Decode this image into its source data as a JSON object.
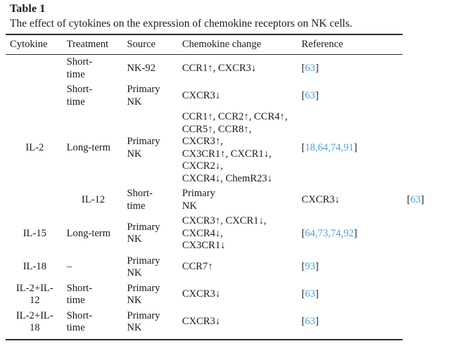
{
  "title": "Table 1",
  "caption": "The effect of cytokines on the expression of chemokine receptors on NK cells.",
  "link_color": "#4a9fd8",
  "rule_color": "#2b2b2b",
  "columns": [
    {
      "key": "cytokine",
      "label": "Cytokine"
    },
    {
      "key": "treatment",
      "label": "Treatment"
    },
    {
      "key": "source",
      "label": "Source"
    },
    {
      "key": "chemokine",
      "label": "Chemokine change"
    },
    {
      "key": "reference",
      "label": "Reference"
    }
  ],
  "rows": [
    {
      "cytokine": "",
      "treatment": "Short-\ntime",
      "source": "NK-92",
      "chemokine": "CCR1↑, CXCR3↓",
      "reference_open": "[",
      "reference_items": [
        "63"
      ],
      "reference_close": "]"
    },
    {
      "cytokine": "IL-2",
      "cytokine_rowspan": 3,
      "treatment": "Short-\ntime",
      "source": "Primary\nNK",
      "chemokine": "CXCR3↓",
      "reference_open": "[",
      "reference_items": [
        "63"
      ],
      "reference_close": "]"
    },
    {
      "cytokine": "",
      "treatment": "Long-term",
      "source": "Primary\nNK",
      "chemokine": "CCR1↑, CCR2↑, CCR4↑,\nCCR5↑, CCR8↑, CXCR3↑,\nCX3CR1↑, CXCR1↓, CXCR2↓,\nCXCR4↓, ChemR23↓",
      "reference_open": "[",
      "reference_items": [
        "18",
        "64",
        "74",
        "91"
      ],
      "reference_close": "]"
    },
    {
      "cytokine": "IL-12",
      "treatment": "Short-\ntime",
      "source": "Primary\nNK",
      "chemokine": "CXCR3↓",
      "reference_open": "[",
      "reference_items": [
        "63"
      ],
      "reference_close": "]"
    },
    {
      "cytokine": "IL-15",
      "treatment": "Long-term",
      "source": "Primary\nNK",
      "chemokine": "CXCR3↑, CXCR1↓, CXCR4↓,\nCX3CR1↓",
      "reference_open": "[",
      "reference_items": [
        "64",
        "73",
        "74",
        "92"
      ],
      "reference_close": "]"
    },
    {
      "cytokine": "IL-18",
      "treatment": "–",
      "source": "Primary\nNK",
      "chemokine": "CCR7↑",
      "reference_open": "[",
      "reference_items": [
        "93"
      ],
      "reference_close": "]"
    },
    {
      "cytokine": "IL-2+IL-\n12",
      "treatment": "Short-\ntime",
      "source": "Primary\nNK",
      "chemokine": "CXCR3↓",
      "reference_open": "[",
      "reference_items": [
        "63"
      ],
      "reference_close": "]"
    },
    {
      "cytokine": "IL-2+IL-\n18",
      "treatment": "Short-\ntime",
      "source": "Primary\nNK",
      "chemokine": "CXCR3↓",
      "reference_open": "[",
      "reference_items": [
        "63"
      ],
      "reference_close": "]"
    }
  ]
}
